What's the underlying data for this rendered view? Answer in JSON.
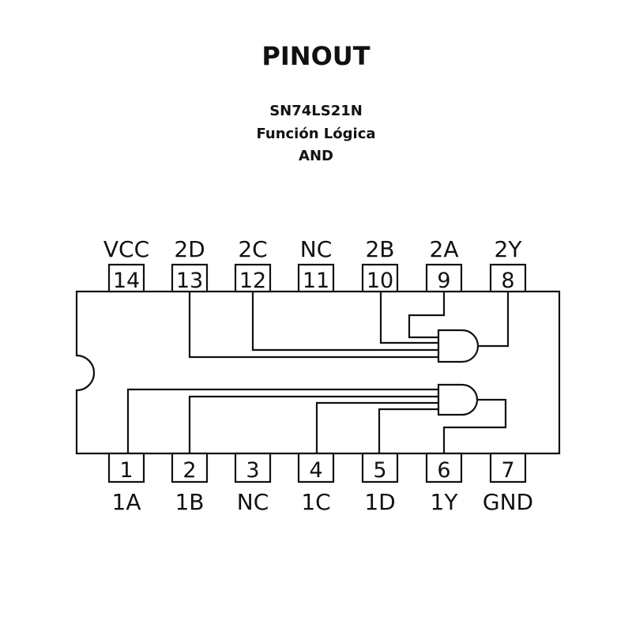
{
  "header": {
    "title": "PINOUT",
    "part": "SN74LS21N",
    "function": "Función Lógica",
    "gate": "AND"
  },
  "pins_top": [
    {
      "num": "14",
      "label": "VCC"
    },
    {
      "num": "13",
      "label": "2D"
    },
    {
      "num": "12",
      "label": "2C"
    },
    {
      "num": "11",
      "label": "NC"
    },
    {
      "num": "10",
      "label": "2B"
    },
    {
      "num": "9",
      "label": "2A"
    },
    {
      "num": "8",
      "label": "2Y"
    }
  ],
  "pins_bottom": [
    {
      "num": "1",
      "label": "1A"
    },
    {
      "num": "2",
      "label": "1B"
    },
    {
      "num": "3",
      "label": "NC"
    },
    {
      "num": "4",
      "label": "1C"
    },
    {
      "num": "5",
      "label": "1D"
    },
    {
      "num": "6",
      "label": "1Y"
    },
    {
      "num": "7",
      "label": "GND"
    }
  ]
}
